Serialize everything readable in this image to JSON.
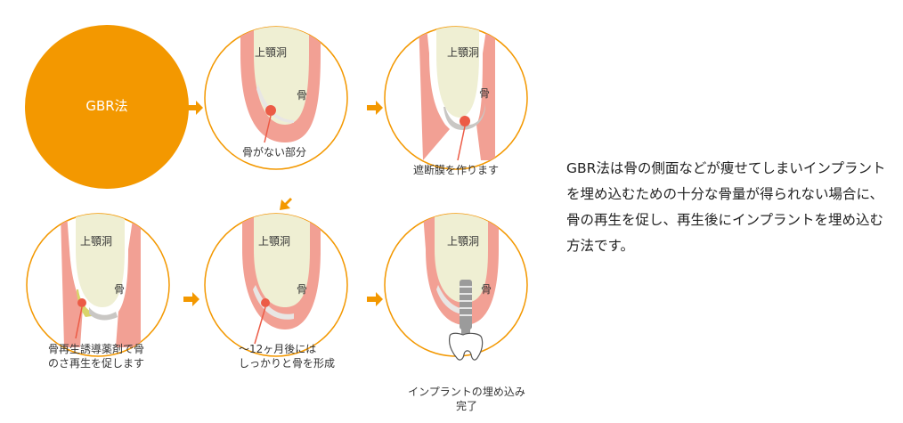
{
  "title_circle": {
    "label": "GBR法"
  },
  "labels": {
    "sinus": "上顎洞",
    "bone": "骨"
  },
  "steps": [
    {
      "caption": "骨がない部分"
    },
    {
      "caption": "遮断膜を作ります"
    },
    {
      "caption": "骨再生誘導薬剤で骨\nのさ再生を促します"
    },
    {
      "caption": "～12ヶ月後には\nしっかりと骨を形成"
    },
    {
      "caption": "インプラントの埋め込み\n完了"
    }
  ],
  "description": "GBR法は骨の側面などが痩せてしまいインプラントを埋め込むための十分な骨量が得られない場合に、骨の再生を促し、再生後にインプラントを埋め込む方法です。",
  "colors": {
    "orange": "#F39800",
    "gum": "#F2A094",
    "tooth": "#EFEFD3",
    "gap": "#E8E6E4",
    "dot": "#EC5B46",
    "drug": "#D9D46A",
    "implant": "#9B9B9B"
  }
}
